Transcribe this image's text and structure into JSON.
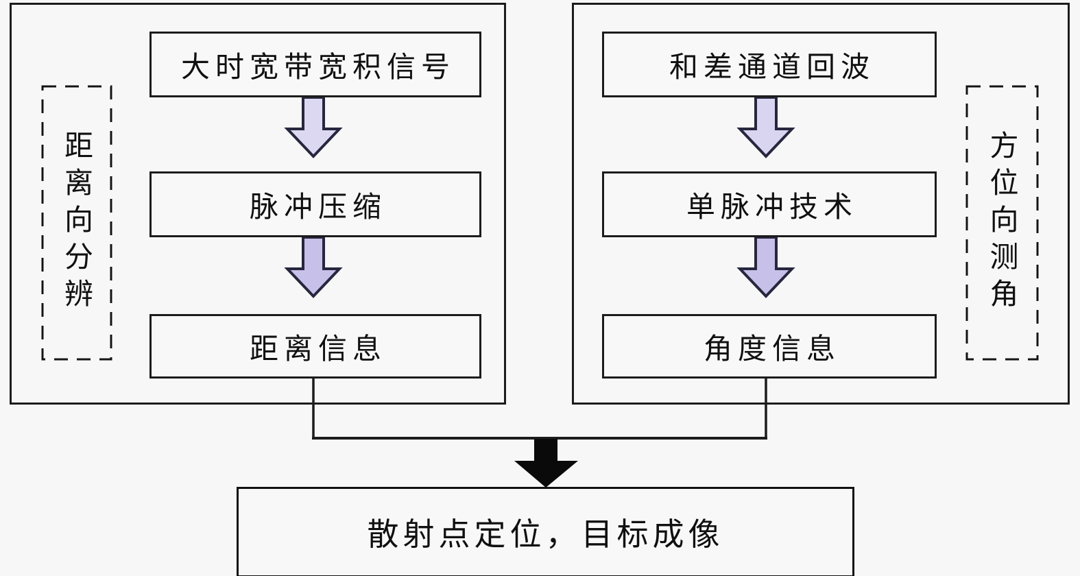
{
  "diagram": {
    "background_color": "#f7f7f7",
    "line_color": "#1c1c1c",
    "block_arrow_outline": "#26263e",
    "merge_arrow_color": "#0a0a0a",
    "left_panel": {
      "side_label": "距离向分辨",
      "boxes": [
        "大时宽带宽积信号",
        "脉冲压缩",
        "距离信息"
      ],
      "arrow_fills": [
        "#dcd8f2",
        "#c7c0e8"
      ]
    },
    "right_panel": {
      "side_label": "方位向测角",
      "boxes": [
        "和差通道回波",
        "单脉冲技术",
        "角度信息"
      ],
      "arrow_fills": [
        "#d9d5f1",
        "#c7c0e8"
      ]
    },
    "result_box": "散射点定位，目标成像"
  }
}
